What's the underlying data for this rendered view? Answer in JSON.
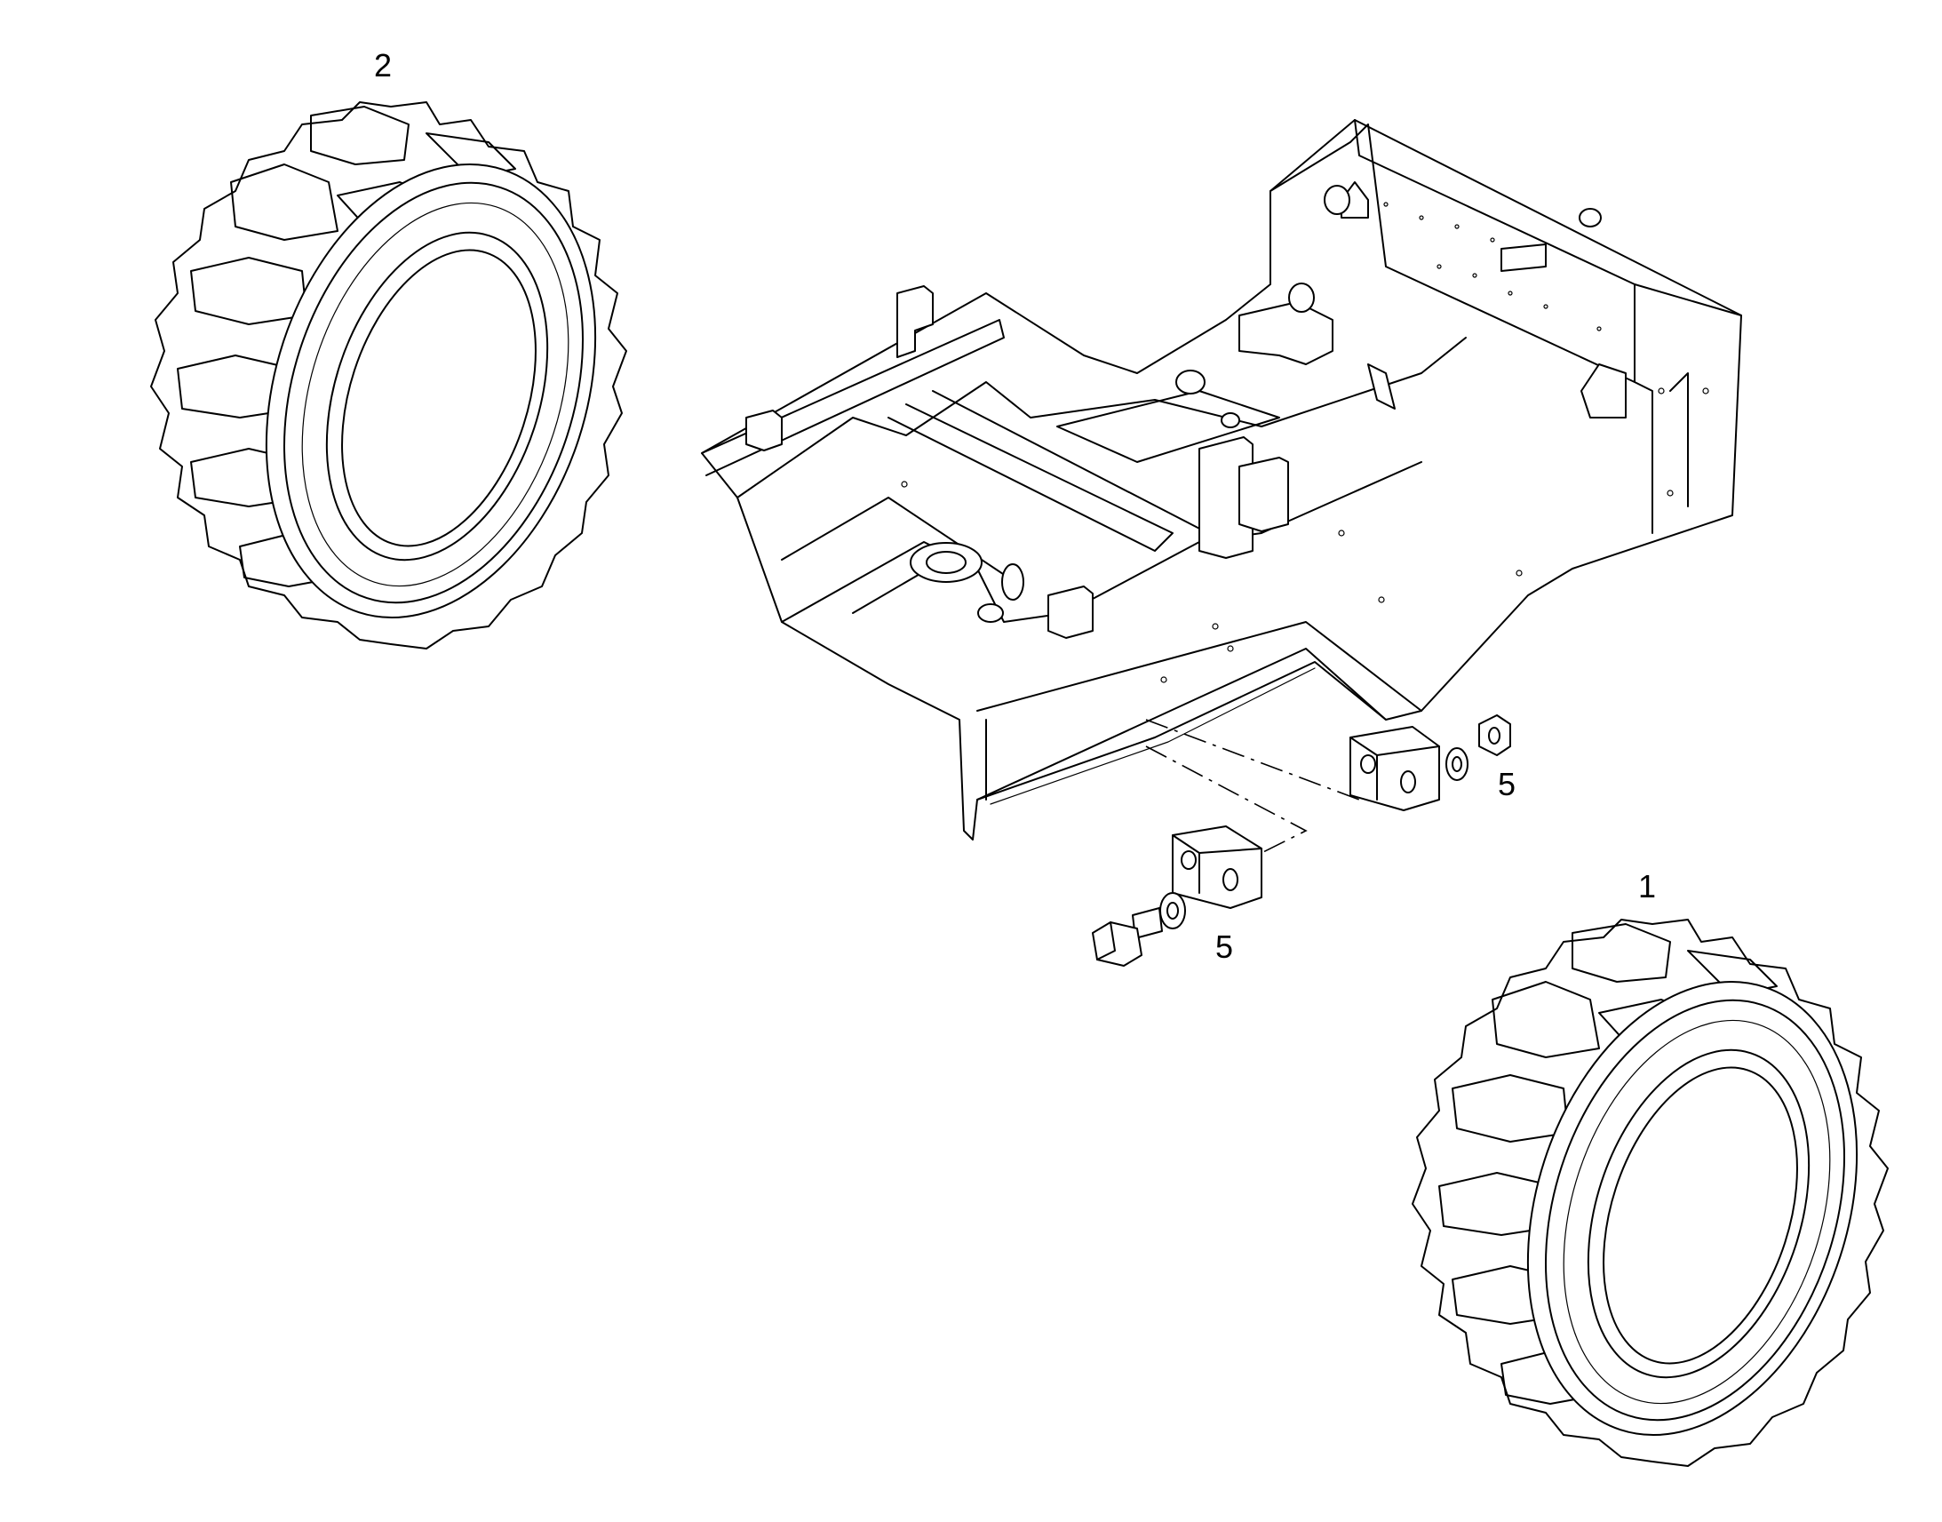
{
  "callouts": {
    "tire_left": "2",
    "tire_right": "1",
    "spacer_upper": "5",
    "spacer_lower": "5"
  }
}
